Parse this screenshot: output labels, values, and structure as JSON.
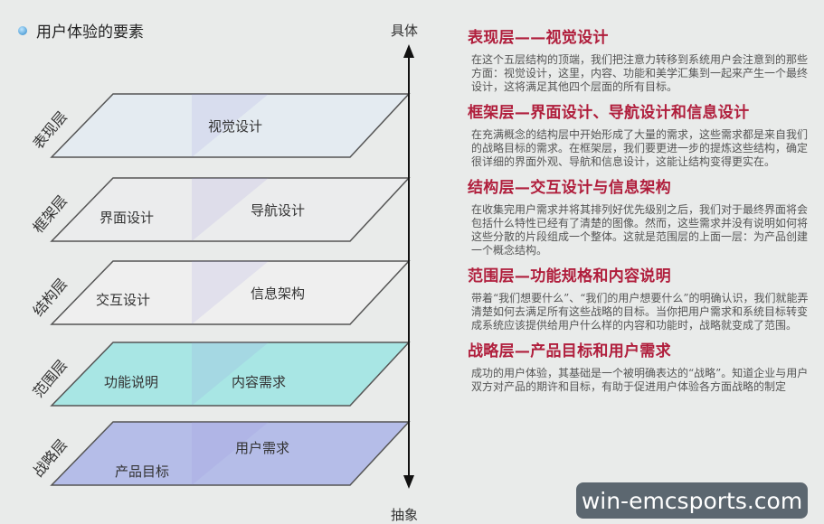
{
  "title": "用户体验的要素",
  "axis": {
    "top": "具体",
    "bottom": "抽象"
  },
  "layers": [
    {
      "name": "表现层",
      "items": [
        "视觉设计"
      ],
      "color": "#e4ebf1"
    },
    {
      "name": "框架层",
      "items": [
        "界面设计",
        "导航设计"
      ],
      "color": "#ebeced"
    },
    {
      "name": "结构层",
      "items": [
        "交互设计",
        "信息架构"
      ],
      "color": "#efefef"
    },
    {
      "name": "范围层",
      "items": [
        "功能说明",
        "内容需求"
      ],
      "color": "#a8e6e4"
    },
    {
      "name": "战略层",
      "items": [
        "产品目标",
        "用户需求"
      ],
      "color": "#b5bde8"
    }
  ],
  "sections": [
    {
      "heading": "表现层——视觉设计",
      "body": "在这个五层结构的顶端，我们把注意力转移到系统用户会注意到的那些方面：视觉设计，这里，内容、功能和美学汇集到一起来产生一个最终设计，这将满足其他四个层面的所有目标。"
    },
    {
      "heading": "框架层—界面设计、导航设计和信息设计",
      "body": "在充满概念的结构层中开始形成了大量的需求，这些需求都是来自我们的战略目标的需求。在框架层，我们要更进一步的提炼这些结构，确定很详细的界面外观、导航和信息设计，这能让结构变得更实在。"
    },
    {
      "heading": "结构层—交互设计与信息架构",
      "body": "在收集完用户需求并将其排列好优先级别之后，我们对于最终界面将会包括什么特性已经有了清楚的图像。然而，这些需求并没有说明如何将这些分散的片段组成一个整体。这就是范围层的上面一层：为产品创建一个概念结构。"
    },
    {
      "heading": "范围层—功能规格和内容说明",
      "body": "带着“我们想要什么”、“我们的用户想要什么”的明确认识，我们就能弄清楚如何去满足所有这些战略的目标。当你把用户需求和系统目标转变成系统应该提供给用户什么样的内容和功能时，战略就变成了范围。"
    },
    {
      "heading": "战略层—产品目标和用户需求",
      "body": "成功的用户体验，其基础是一个被明确表达的“战略”。知道企业与用户双方对产品的期许和目标，有助于促进用户体验各方面战略的制定"
    }
  ],
  "watermark": "win-emcsports.com"
}
